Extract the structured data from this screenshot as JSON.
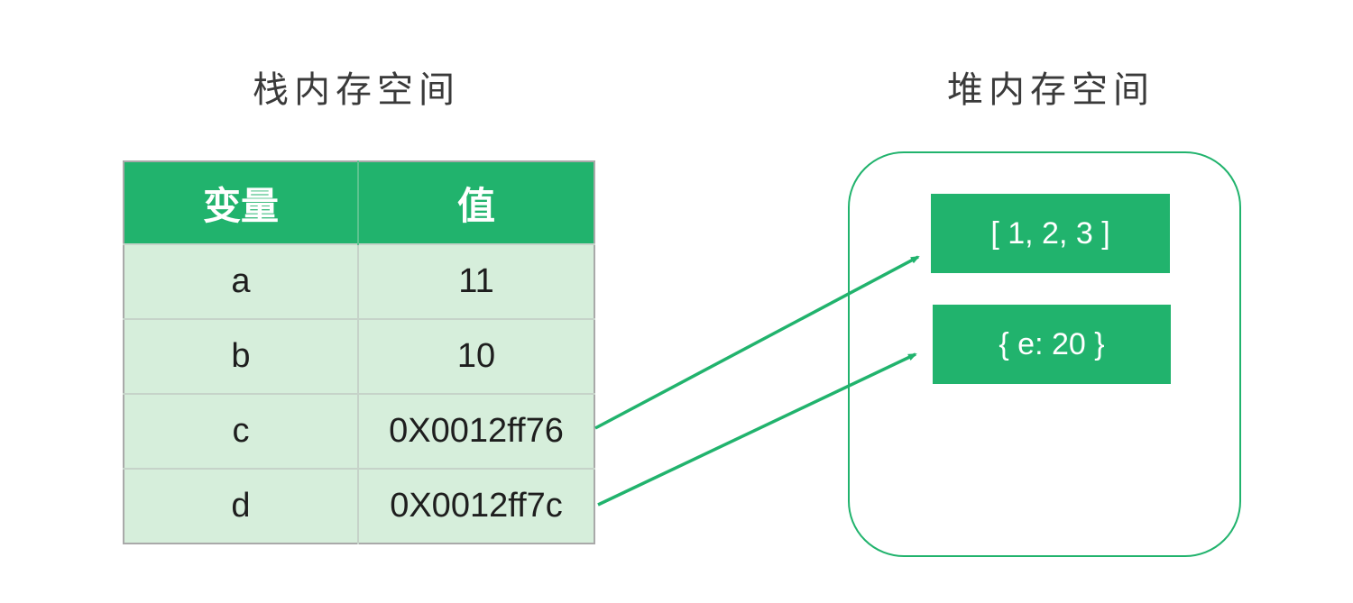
{
  "stack": {
    "title": "栈内存空间",
    "headers": [
      "变量",
      "值"
    ],
    "rows": [
      {
        "var": "a",
        "value": "11"
      },
      {
        "var": "b",
        "value": "10"
      },
      {
        "var": "c",
        "value": "0X0012ff76"
      },
      {
        "var": "d",
        "value": "0X0012ff7c"
      }
    ]
  },
  "heap": {
    "title": "堆内存空间",
    "objects": [
      "[ 1, 2, 3 ]",
      "{ e: 20 }"
    ]
  },
  "colors": {
    "accent": "#21b36d",
    "cell_background": "#d6eedb",
    "title_text": "#3a3a3a"
  }
}
